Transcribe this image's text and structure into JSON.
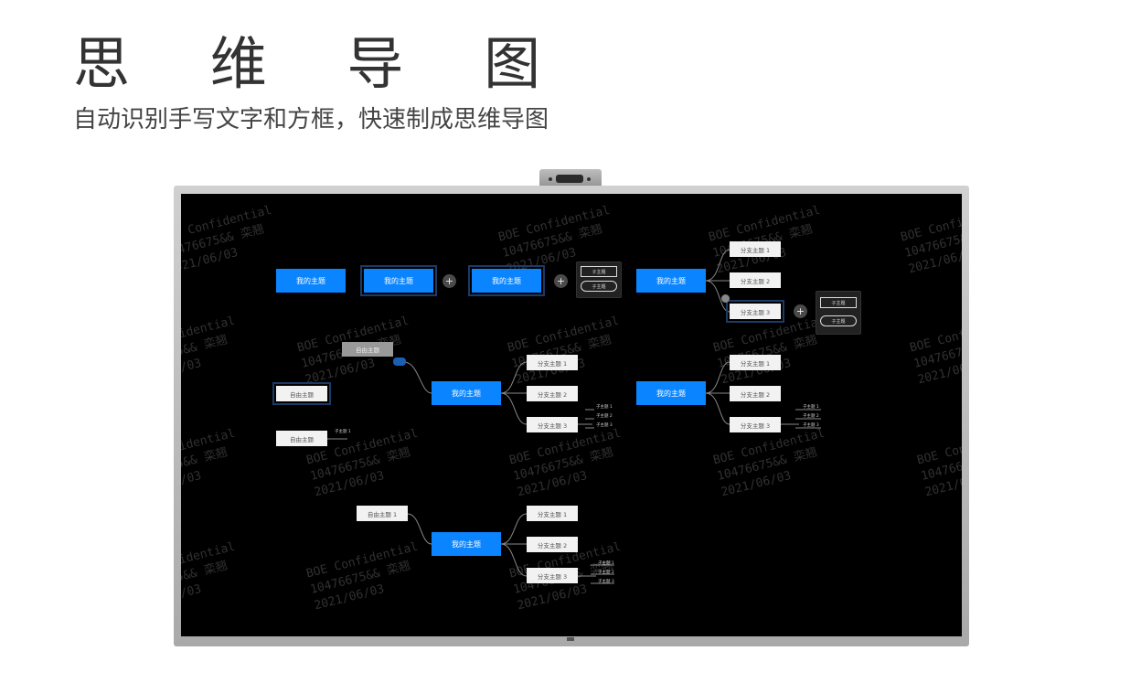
{
  "header": {
    "title": "思 维 导 图",
    "subtitle": "自动识别手写文字和方框，快速制成思维导图"
  },
  "watermark": {
    "line1": "BOE Confidential",
    "line2": "10476675&& 栾翘",
    "line3": "2021/06/03"
  },
  "mindmap": {
    "main_topic": "我的主题",
    "branch_topic_1": "分支主题 1",
    "branch_topic_2": "分支主题 2",
    "branch_topic_3": "分支主题 3",
    "free_topic": "自由主题",
    "free_topic_1": "自由主题 1",
    "sub_topic": "子主题",
    "sub_topic_1": "子主题 1",
    "sub_topic_2": "子主题 2",
    "sub_topic_3": "子主题 3",
    "add_symbol": "+"
  }
}
